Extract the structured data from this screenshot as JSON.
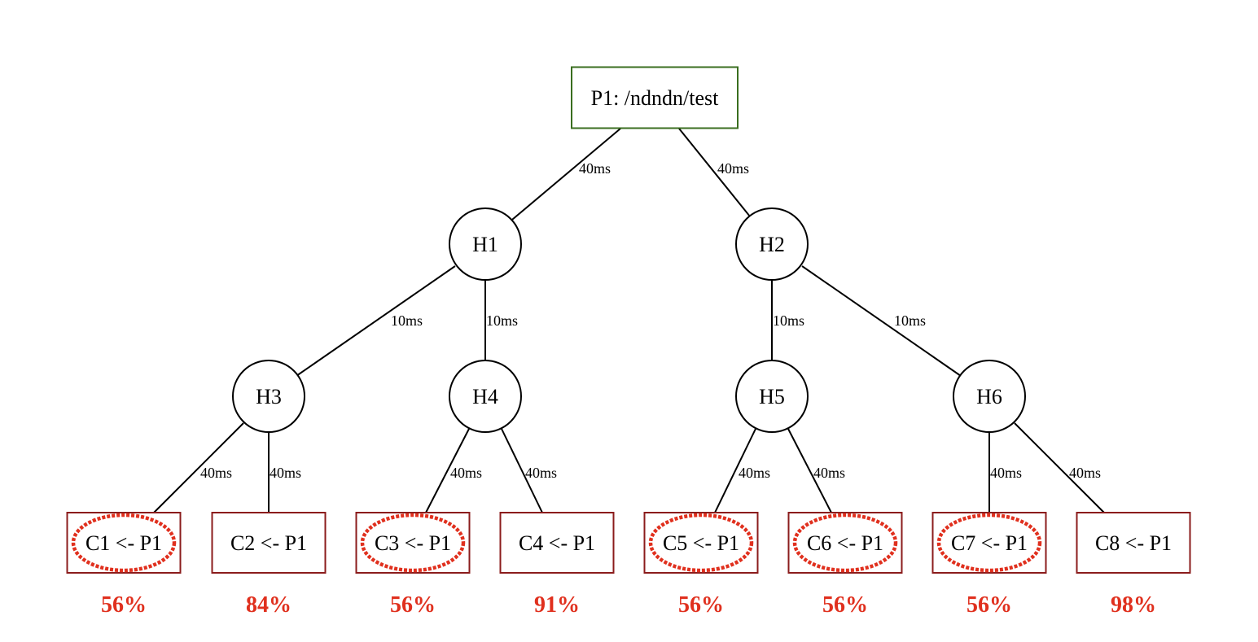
{
  "colors": {
    "producer_border": "#3a6e1f",
    "consumer_border": "#8b1c1c",
    "highlight": "#e0301e",
    "line": "#000000"
  },
  "producer": {
    "label": "P1: /ndndn/test"
  },
  "hubs": [
    {
      "id": "H1",
      "label": "H1"
    },
    {
      "id": "H2",
      "label": "H2"
    },
    {
      "id": "H3",
      "label": "H3"
    },
    {
      "id": "H4",
      "label": "H4"
    },
    {
      "id": "H5",
      "label": "H5"
    },
    {
      "id": "H6",
      "label": "H6"
    }
  ],
  "consumers": [
    {
      "id": "C1",
      "label": "C1 <- P1",
      "percent": "56%",
      "circled": true
    },
    {
      "id": "C2",
      "label": "C2 <- P1",
      "percent": "84%",
      "circled": false
    },
    {
      "id": "C3",
      "label": "C3 <- P1",
      "percent": "56%",
      "circled": true
    },
    {
      "id": "C4",
      "label": "C4 <- P1",
      "percent": "91%",
      "circled": false
    },
    {
      "id": "C5",
      "label": "C5 <- P1",
      "percent": "56%",
      "circled": true
    },
    {
      "id": "C6",
      "label": "C6 <- P1",
      "percent": "56%",
      "circled": true
    },
    {
      "id": "C7",
      "label": "C7 <- P1",
      "percent": "56%",
      "circled": true
    },
    {
      "id": "C8",
      "label": "C8 <- P1",
      "percent": "98%",
      "circled": false
    }
  ],
  "edges": [
    {
      "from": "P1",
      "to": "H1",
      "label": "40ms"
    },
    {
      "from": "P1",
      "to": "H2",
      "label": "40ms"
    },
    {
      "from": "H1",
      "to": "H3",
      "label": "10ms"
    },
    {
      "from": "H1",
      "to": "H4",
      "label": "10ms"
    },
    {
      "from": "H2",
      "to": "H5",
      "label": "10ms"
    },
    {
      "from": "H2",
      "to": "H6",
      "label": "10ms"
    },
    {
      "from": "H3",
      "to": "C1",
      "label": "40ms"
    },
    {
      "from": "H3",
      "to": "C2",
      "label": "40ms"
    },
    {
      "from": "H4",
      "to": "C3",
      "label": "40ms"
    },
    {
      "from": "H4",
      "to": "C4",
      "label": "40ms"
    },
    {
      "from": "H5",
      "to": "C5",
      "label": "40ms"
    },
    {
      "from": "H5",
      "to": "C6",
      "label": "40ms"
    },
    {
      "from": "H6",
      "to": "C7",
      "label": "40ms"
    },
    {
      "from": "H6",
      "to": "C8",
      "label": "40ms"
    }
  ]
}
